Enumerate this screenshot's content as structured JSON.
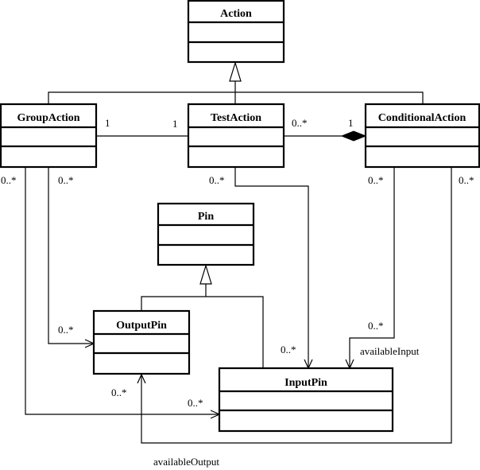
{
  "classes": {
    "action": "Action",
    "group_action": "GroupAction",
    "test_action": "TestAction",
    "conditional_action": "ConditionalAction",
    "pin": "Pin",
    "output_pin": "OutputPin",
    "input_pin": "InputPin"
  },
  "multiplicities": {
    "group_test_group_end": "1",
    "group_test_test_end": "1",
    "test_conditional_test_end": "0..*",
    "test_conditional_conditional_end": "1",
    "group_to_input_source": "0..*",
    "group_to_output_source": "0..*",
    "test_to_input_source": "0..*",
    "conditional_to_input_source": "0..*",
    "conditional_to_output_source": "0..*",
    "output_pin_from_group": "0..*",
    "input_pin_from_test": "0..*",
    "input_pin_from_conditional": "0..*",
    "output_pin_from_conditional": "0..*",
    "input_pin_from_group": "0..*"
  },
  "roles": {
    "available_input": "availableInput",
    "available_output": "availableOutput"
  }
}
